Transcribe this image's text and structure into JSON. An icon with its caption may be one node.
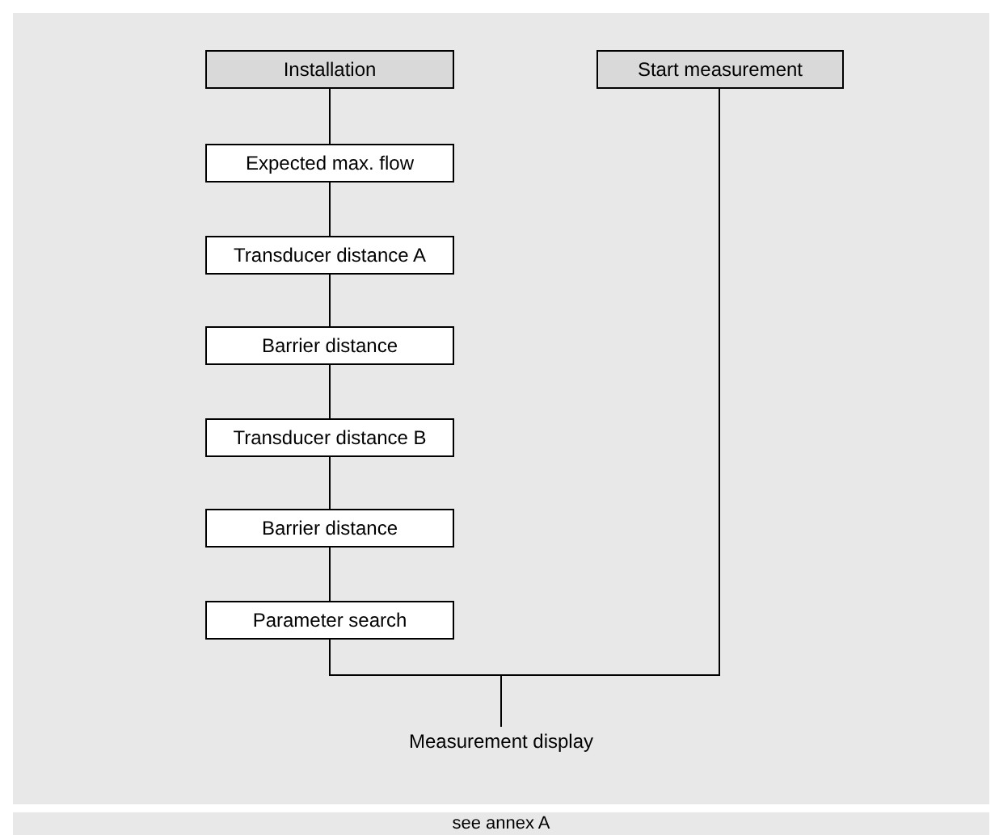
{
  "diagram": {
    "nodes": [
      {
        "text": [
          "Installation"
        ]
      },
      {
        "text": [
          "Start measurement"
        ]
      },
      {
        "text": [
          "Expected max. flow"
        ]
      },
      {
        "text": [
          "Transducer distance A"
        ]
      },
      {
        "text": [
          "Barrier distance"
        ]
      },
      {
        "text": [
          "Transducer distance B"
        ]
      },
      {
        "text": [
          "Barrier distance"
        ]
      },
      {
        "text": [
          "Parameter search"
        ]
      },
      {
        "text": [
          "Measurement display"
        ]
      }
    ],
    "edges": [
      {
        "from": 0,
        "to": 2,
        "arrow": "none"
      },
      {
        "from": 2,
        "to": 3,
        "arrow": "none"
      },
      {
        "from": 3,
        "to": 4,
        "arrow": "none"
      },
      {
        "from": 4,
        "to": 5,
        "arrow": "none"
      },
      {
        "from": 5,
        "to": 6,
        "arrow": "none"
      },
      {
        "from": 6,
        "to": 7,
        "arrow": "none"
      },
      {
        "from": 7,
        "to": 8,
        "arrow": "none"
      },
      {
        "from": 1,
        "to": 8,
        "arrow": "none"
      }
    ],
    "labels": [
      "see annex A"
    ]
  }
}
